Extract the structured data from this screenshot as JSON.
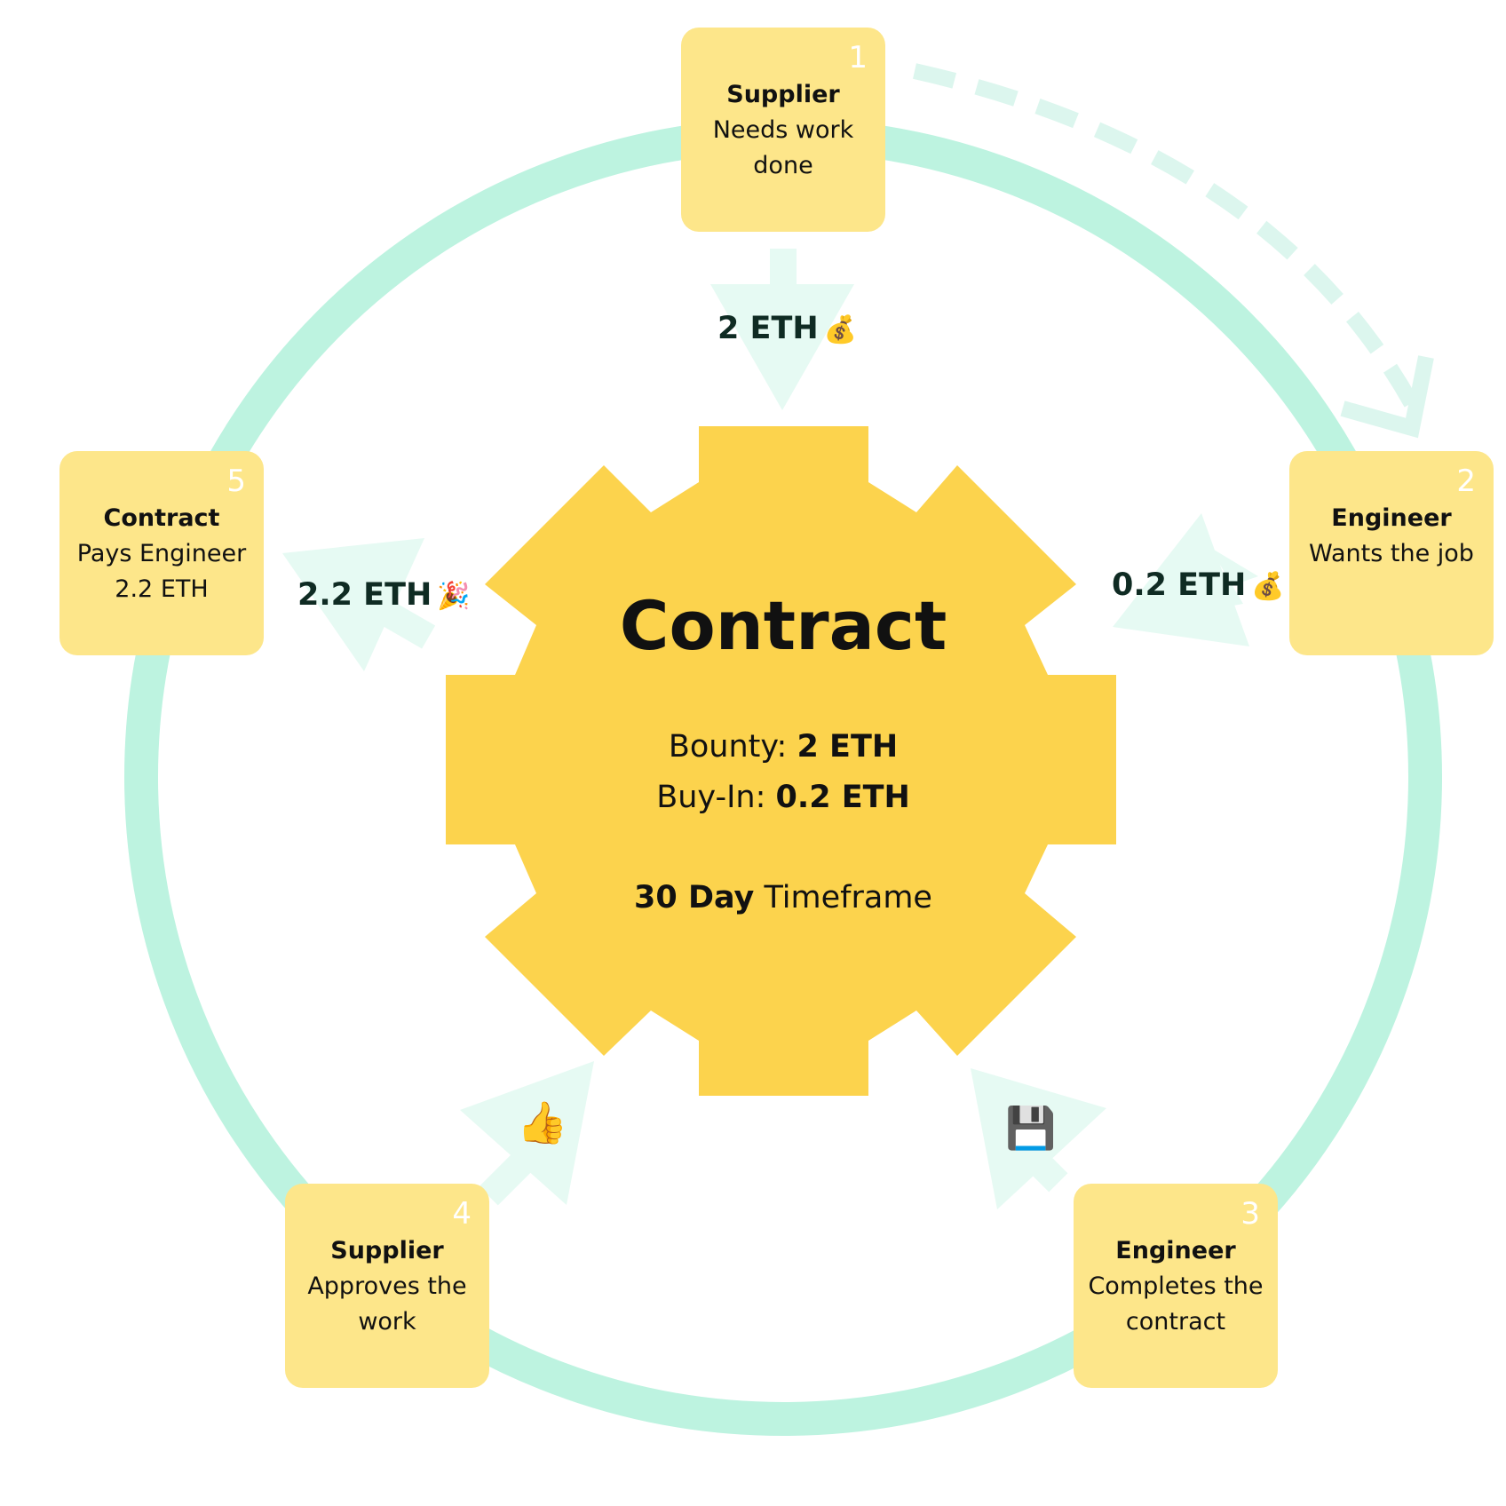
{
  "colors": {
    "ring": "#bdf3e0",
    "arrow": "#e6faf3",
    "gear": "#fcd34d",
    "box": "#fde68a",
    "box_number": "#ffffff"
  },
  "contract": {
    "title": "Contract",
    "bounty_label": "Bounty:",
    "bounty_value": "2 ETH",
    "buyin_label": "Buy-In:",
    "buyin_value": "0.2 ETH",
    "timeframe_value": "30 Day",
    "timeframe_label": "Timeframe"
  },
  "steps": [
    {
      "number": "1",
      "actor": "Supplier",
      "description": "Needs work done"
    },
    {
      "number": "2",
      "actor": "Engineer",
      "description": "Wants the job"
    },
    {
      "number": "3",
      "actor": "Engineer",
      "description": "Completes the contract"
    },
    {
      "number": "4",
      "actor": "Supplier",
      "description": "Approves the work"
    },
    {
      "number": "5",
      "actor": "Contract",
      "description": "Pays Engineer 2.2 ETH"
    }
  ],
  "flows": {
    "supplier_deposit": {
      "amount": "2 ETH",
      "icon": "money-bag-icon",
      "glyph": "💰"
    },
    "engineer_buyin": {
      "amount": "0.2 ETH",
      "icon": "money-bag-icon",
      "glyph": "💰"
    },
    "engineer_submit": {
      "icon": "floppy-disk-icon",
      "glyph": "💾"
    },
    "supplier_approve": {
      "icon": "thumbs-up-icon",
      "glyph": "👍"
    },
    "contract_payout": {
      "amount": "2.2 ETH",
      "icon": "party-popper-icon",
      "glyph": "🎉"
    }
  }
}
